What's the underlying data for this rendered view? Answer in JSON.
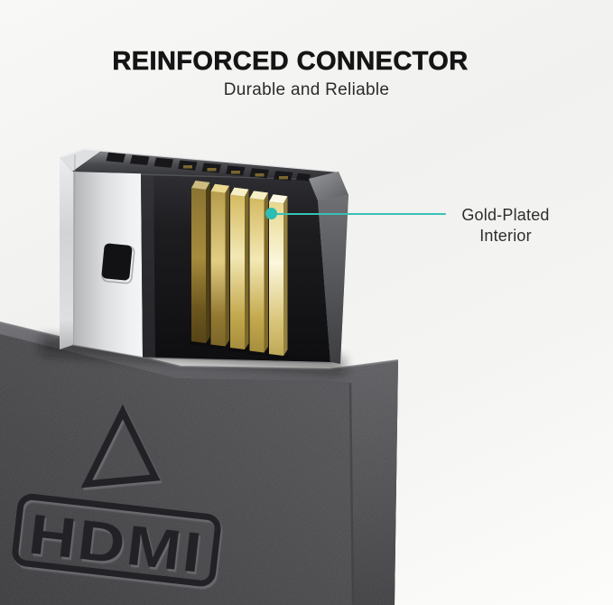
{
  "header": {
    "title": "REINFORCED CONNECTOR",
    "subtitle": "Durable and Reliable"
  },
  "callout": {
    "label_line1": "Gold-Plated",
    "label_line2": "Interior",
    "accent_color": "#38c1b6"
  },
  "connector": {
    "logo_text": "HDMI",
    "gold_pin_count": 5,
    "colors": {
      "background": "#f4f4f2",
      "plug_body": "#3d3d40",
      "metal_shell": "#d9dadc",
      "gold_pins": "#e3cf86",
      "cutaway": "#1a1a1d",
      "title_text": "#151515"
    }
  }
}
